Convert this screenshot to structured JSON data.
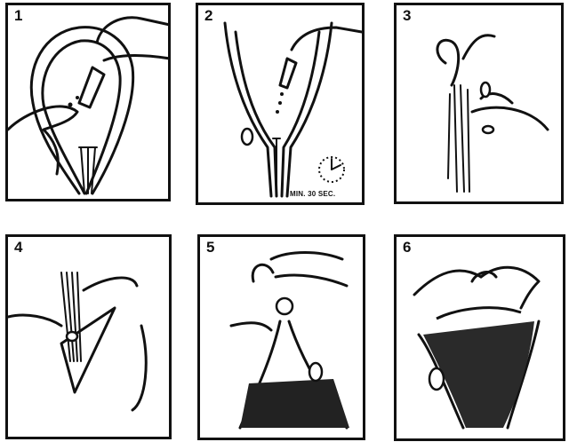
{
  "panels": [
    {
      "number": "1"
    },
    {
      "number": "2",
      "timer_label": "MIN. 30 SEC."
    },
    {
      "number": "3"
    },
    {
      "number": "4"
    },
    {
      "number": "5"
    },
    {
      "number": "6"
    }
  ],
  "colors": {
    "ink": "#111111",
    "paper": "#ffffff"
  }
}
